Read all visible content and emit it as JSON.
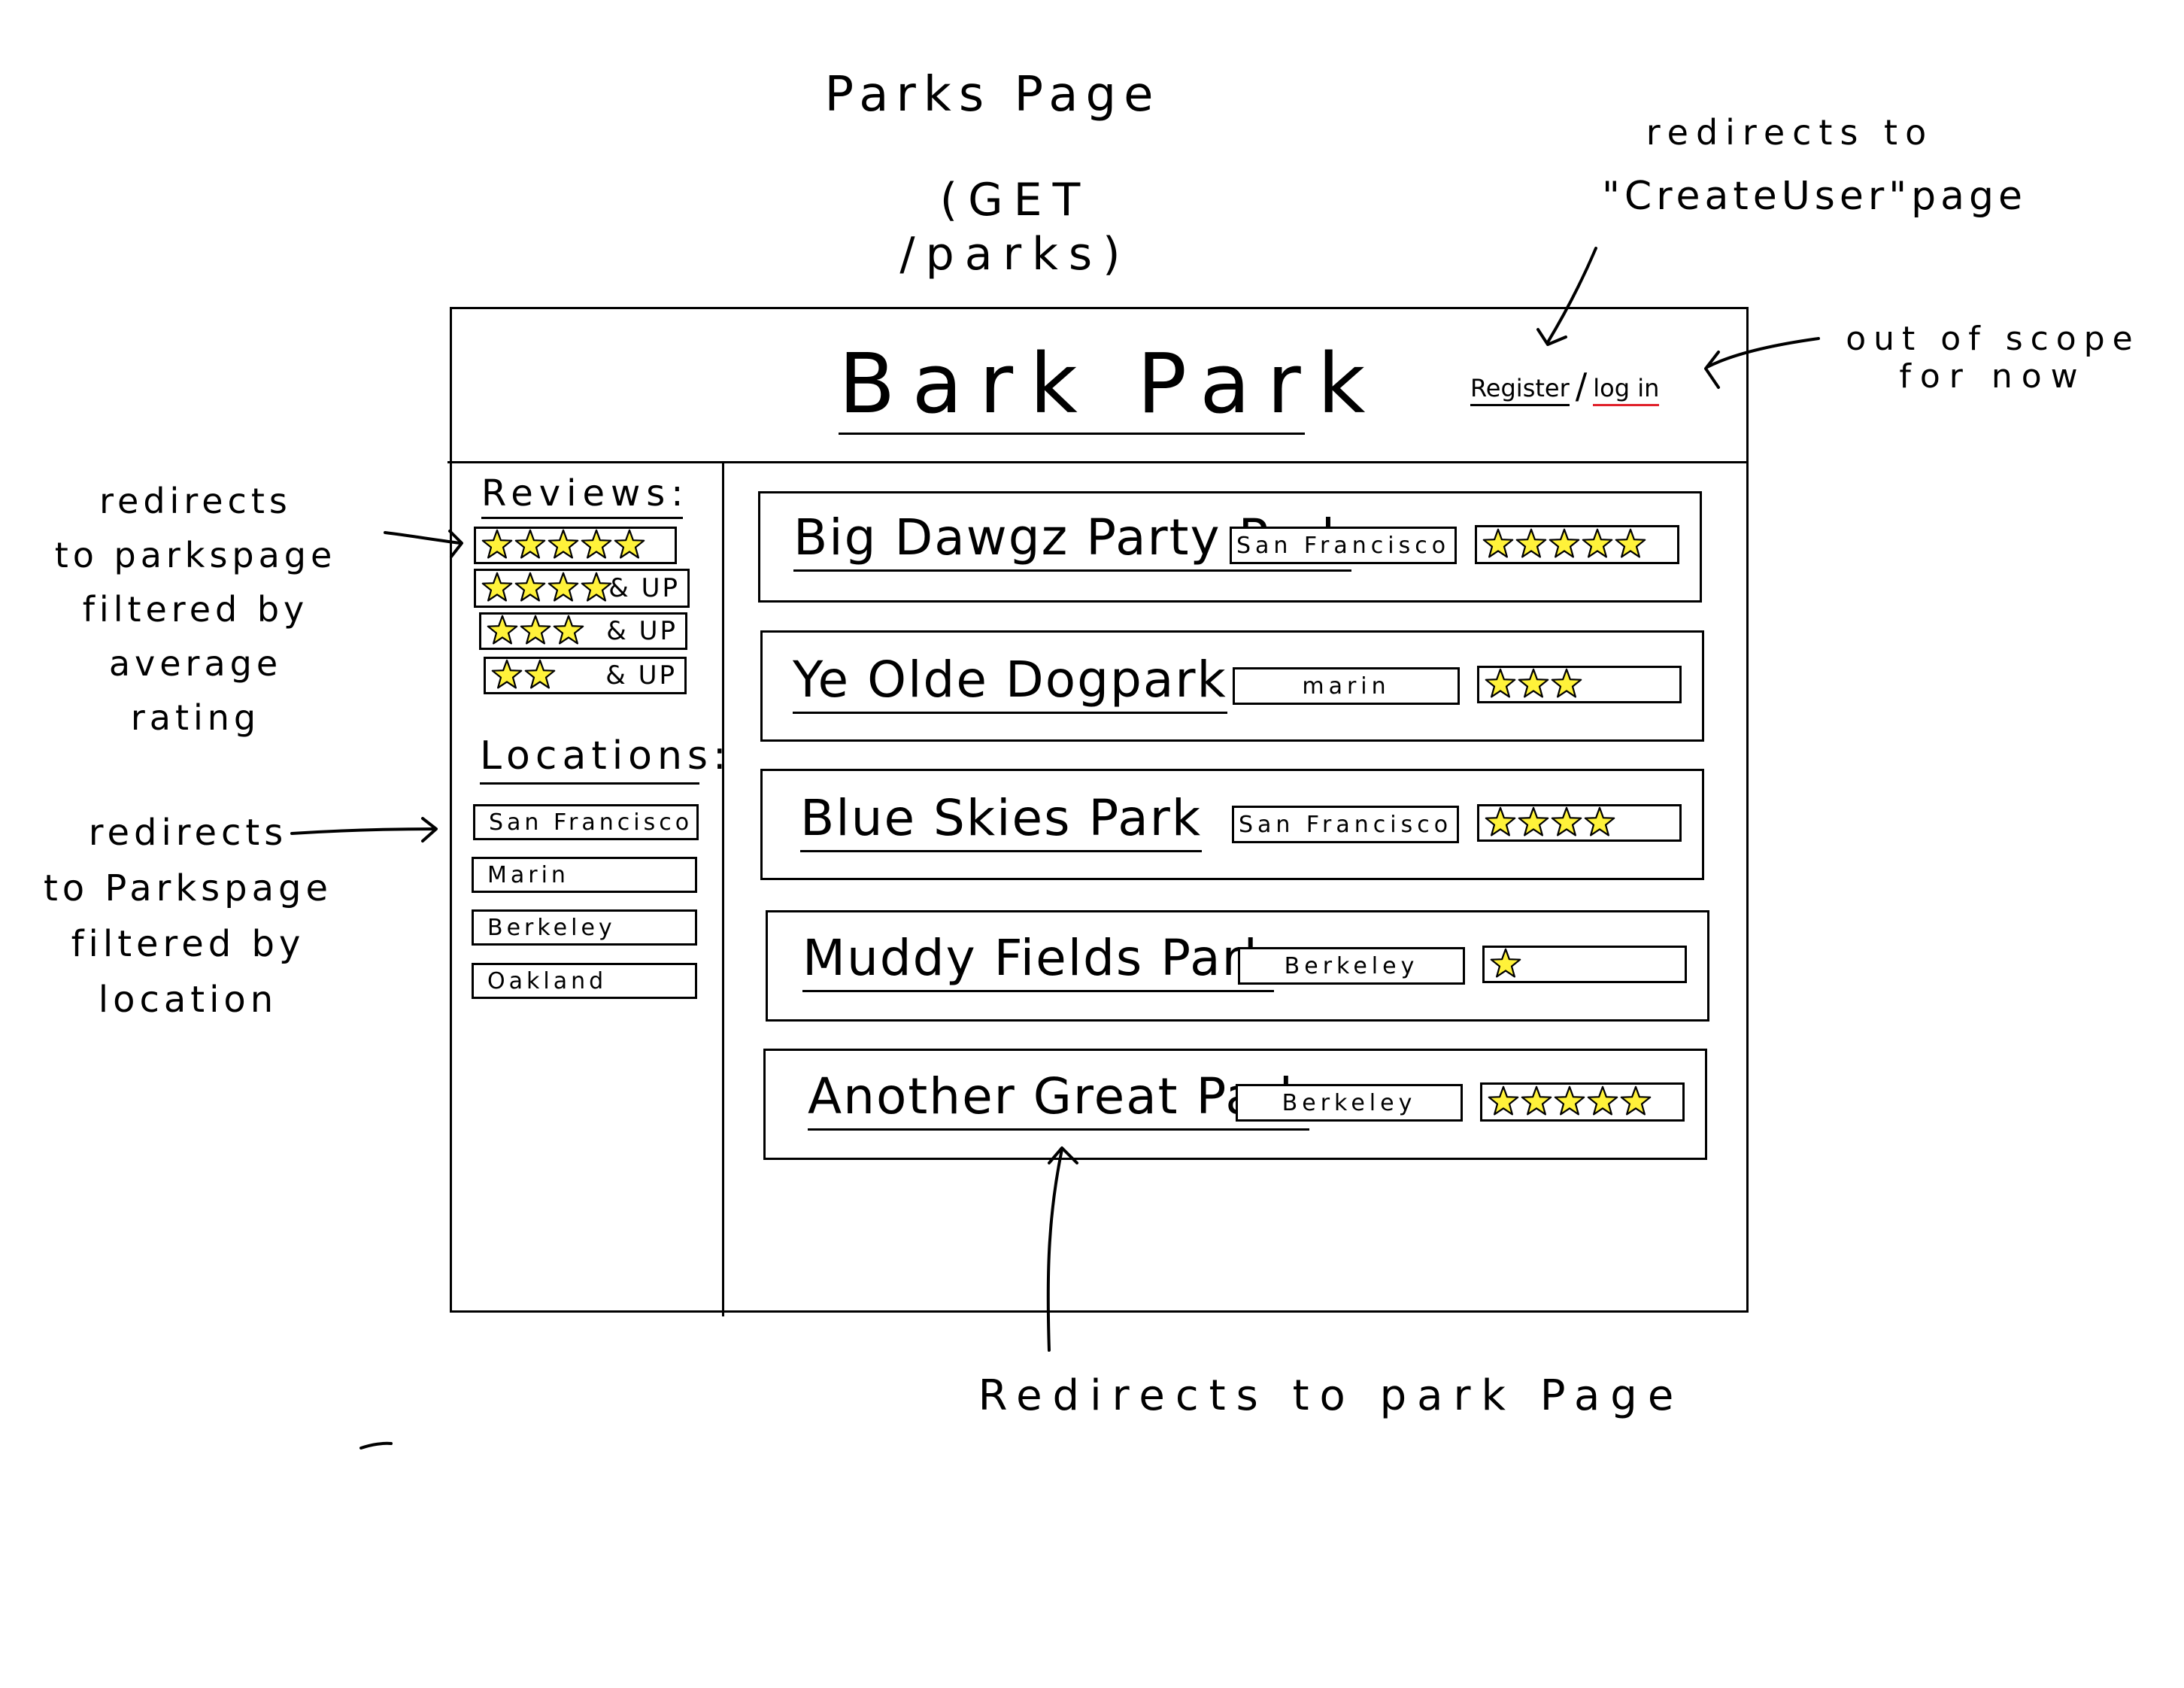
{
  "annotations": {
    "page_title": "Parks Page",
    "page_route": "(GET /parks)",
    "register_note_line1": "redirects to",
    "register_note_line2": "\"CreateUser\"page",
    "login_note_line1": "out of scope",
    "login_note_line2": "for now",
    "reviews_note": [
      "redirects",
      "to parkspage",
      "filtered by",
      "average",
      "rating"
    ],
    "locations_note": [
      "redirects",
      "to Parkspage",
      "filtered by",
      "location"
    ],
    "park_note": "Redirects to park Page"
  },
  "header": {
    "site_title": "Bark Park",
    "register_label": "Register",
    "separator": "/",
    "login_label": "log in"
  },
  "sidebar": {
    "reviews_heading": "Reviews:",
    "rating_filters": [
      {
        "stars": 5,
        "suffix": ""
      },
      {
        "stars": 4,
        "suffix": "& UP"
      },
      {
        "stars": 3,
        "suffix": "& UP"
      },
      {
        "stars": 2,
        "suffix": "& UP"
      }
    ],
    "locations_heading": "Locations:",
    "locations": [
      "San Francisco",
      "Marin",
      "Berkeley",
      "Oakland"
    ]
  },
  "parks": [
    {
      "name": "Big Dawgz Party Park",
      "location": "San Francisco",
      "rating": 5
    },
    {
      "name": "Ye Olde Dogpark",
      "location": "marin",
      "rating": 3
    },
    {
      "name": "Blue Skies Park",
      "location": "San Francisco",
      "rating": 4
    },
    {
      "name": "Muddy Fields Park",
      "location": "Berkeley",
      "rating": 1
    },
    {
      "name": "Another Great Park",
      "location": "Berkeley",
      "rating": 5
    }
  ],
  "colors": {
    "star_fill": "#fff23a",
    "login_underline": "#e0202a",
    "ink": "#000000"
  }
}
